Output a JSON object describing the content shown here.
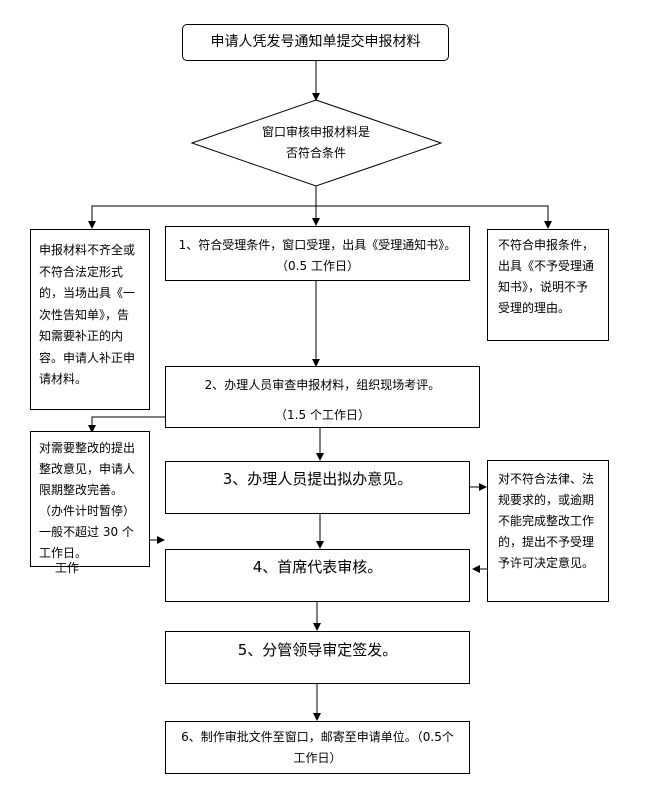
{
  "nodes": {
    "start": "申请人凭发号通知单提交申报材料",
    "decision_line1": "窗口审核申报材料是",
    "decision_line2": "否符合条件",
    "accept_line1": "1、符合受理条件，窗口受理，出具《受理通知书》。",
    "accept_line2": "（0.5 工作日）",
    "incomplete": "申报材料不齐全或\n不符合法定形式\n的，当场出具《一\n次性告知单》，告\n知需要补正的内\n容。申请人补正申\n请材料。",
    "reject": "不符合申报条件，\n出具《不予受理通\n知书》，说明不予\n受理的理由。",
    "review_line1": "2、办理人员审查申报材料，组织现场考评。",
    "review_line2": "（1.5 个工作日）",
    "rectify": "对需要整改的提出\n整改意见，申请人\n限期整改完善。\n（办件计时暂停）\n一般不超过 30 个\n工作日。",
    "stray_text": "工作日",
    "opinion": "3、办理人员提出拟办意见。",
    "non_compliant": "对不符合法律、法\n规要求的，或逾期\n不能完成整改工作\n的，提出不予受理\n予许可决定意见。",
    "chief_review": "4、首席代表审核。",
    "sign": "5、分管领导审定签发。",
    "final_line1": "6、制作审批文件至窗口，邮寄至申请单位。（0.5个",
    "final_line2": "工作日）"
  }
}
